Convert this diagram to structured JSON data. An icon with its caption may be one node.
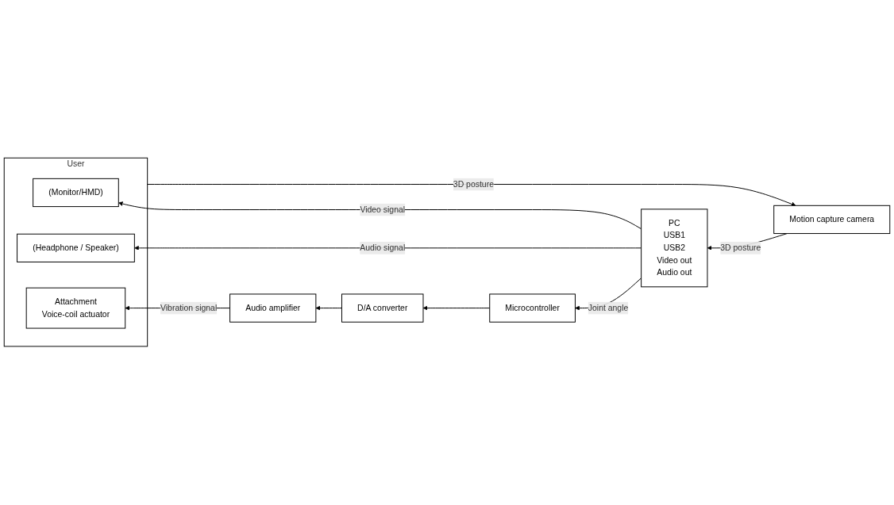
{
  "diagram": {
    "nodes": [
      {
        "text": [
          "Motion capture camera"
        ]
      },
      {
        "text": [
          "PC",
          "USB1",
          "USB2",
          "Video out",
          "Audio out"
        ]
      },
      {
        "text": [
          "User"
        ]
      },
      {
        "text": [
          "(Monitor/HMD)"
        ],
        "in": 2
      },
      {
        "text": [
          "(Headphone / Speaker)"
        ],
        "in": 2
      },
      {
        "text": [
          "Attachment",
          "Voice-coil actuator"
        ],
        "in": 2
      },
      {
        "text": [
          "Microcontroller"
        ]
      },
      {
        "text": [
          "D/A converter"
        ]
      },
      {
        "text": [
          "Audio amplifier"
        ]
      }
    ],
    "edges": [
      {
        "from": 2,
        "to": 0,
        "label": "3D posture",
        "arrow": "to"
      },
      {
        "from": 0,
        "to": 1,
        "label": "3D posture",
        "arrow": "to"
      },
      {
        "from": 1,
        "to": 6,
        "label": "Joint angle",
        "arrow": "to"
      },
      {
        "from": 1,
        "to": 3,
        "label": "Video signal",
        "arrow": "to"
      },
      {
        "from": 1,
        "to": 4,
        "label": "Audio signal",
        "arrow": "to"
      },
      {
        "from": 6,
        "to": 7,
        "arrow": "to"
      },
      {
        "from": 7,
        "to": 8,
        "arrow": "to"
      },
      {
        "from": 8,
        "to": 5,
        "label": "Vibration signal",
        "arrow": "to"
      }
    ]
  }
}
